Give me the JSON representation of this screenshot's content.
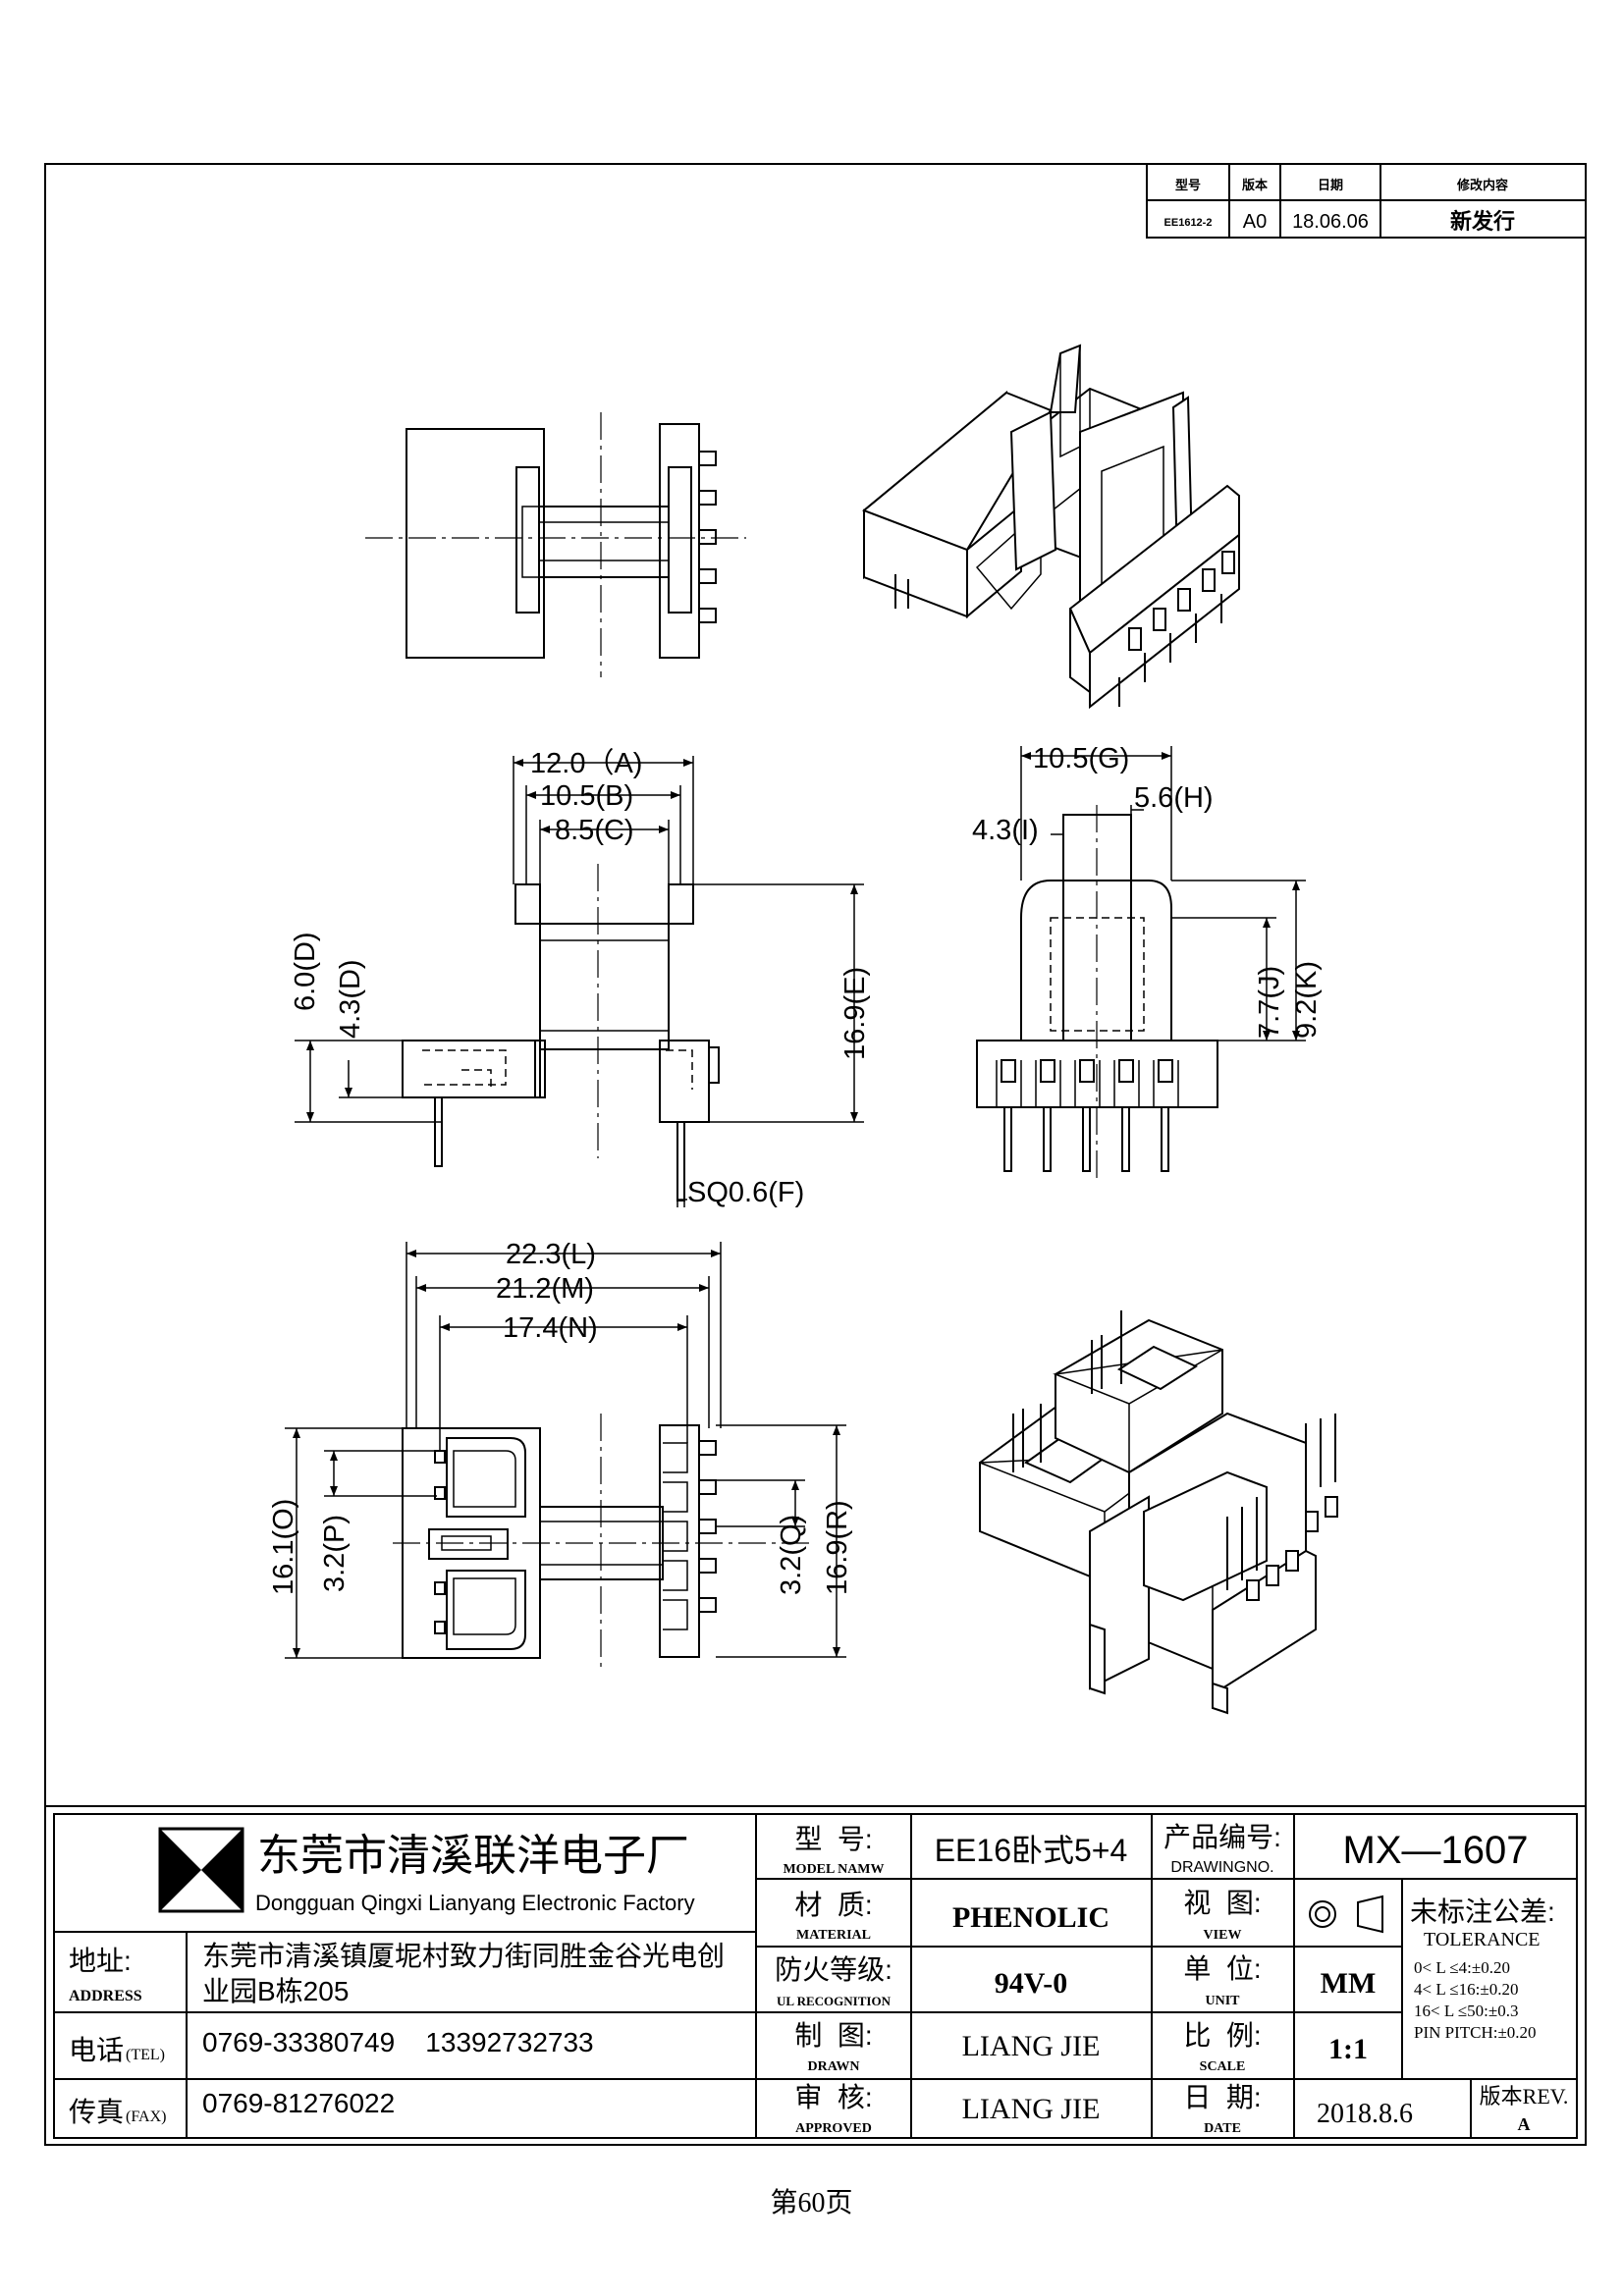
{
  "revision_table": {
    "headers": [
      "型号",
      "版本",
      "日期",
      "修改内容"
    ],
    "row": [
      "EE1612-2",
      "A0",
      "18.06.06",
      "新发行"
    ]
  },
  "dimensions": {
    "a": "12.0（A)",
    "b": "10.5(B)",
    "c": "8.5(C)",
    "d1": "6.0(D)",
    "d2": "4.3(D)",
    "e": "16.9(E)",
    "f": "SQ0.6(F)",
    "g": "10.5(G)",
    "h": "5.6(H)",
    "i": "4.3(I)",
    "j": "7.7(J)",
    "k": "9.2(K)",
    "l": "22.3(L)",
    "m": "21.2(M)",
    "n": "17.4(N)",
    "o": "16.1(O)",
    "p": "3.2(P)",
    "q": "3.2(Q)",
    "r": "16.9(R)"
  },
  "title_block": {
    "company_cn": "东莞市清溪联洋电子厂",
    "company_en": "Dongguan Qingxi Lianyang Electronic Factory",
    "address_label_cn": "地址:",
    "address_label_en": "ADDRESS",
    "address_line1": "东莞市清溪镇厦坭村致力街同胜金谷光电创",
    "address_line2": "业园B栋205",
    "tel_label_cn": "电话",
    "tel_label_en": "(TEL)",
    "tel_value": "0769-33380749    13392732733",
    "fax_label_cn": "传真",
    "fax_label_en": "(FAX)",
    "fax_value": "0769-81276022",
    "model_label_cn": "型  号:",
    "model_label_en": "MODEL NAMW",
    "model_value": "EE16卧式5+4",
    "material_label_cn": "材  质:",
    "material_label_en": "MATERIAL",
    "material_value": "PHENOLIC",
    "ul_label_cn": "防火等级:",
    "ul_label_en": "UL RECOGNITION",
    "ul_value": "94V-0",
    "drawn_label_cn": "制  图:",
    "drawn_label_en": "DRAWN",
    "drawn_value": "LIANG JIE",
    "approved_label_cn": "审  核:",
    "approved_label_en": "APPROVED",
    "approved_value": "LIANG JIE",
    "drawingno_label_cn": "产品编号:",
    "drawingno_label_en": "DRAWINGNO.",
    "drawingno_value": "MX—1607",
    "view_label_cn": "视  图:",
    "view_label_en": "VIEW",
    "unit_label_cn": "单  位:",
    "unit_label_en": "UNIT",
    "unit_value": "MM",
    "scale_label_cn": "比  例:",
    "scale_label_en": "SCALE",
    "scale_value": "1:1",
    "date_label_cn": "日  期:",
    "date_label_en": "DATE",
    "date_value": "2018.8.6",
    "rev_label": "版本REV.",
    "rev_value": "A",
    "tolerance_title_cn": "未标注公差:",
    "tolerance_title_en": "TOLERANCE",
    "tolerance_lines": [
      "0< L ≤4:±0.20",
      "4< L ≤16:±0.20",
      "16< L ≤50:±0.3",
      "PIN PITCH:±0.20"
    ]
  },
  "page_footer": "第60页"
}
